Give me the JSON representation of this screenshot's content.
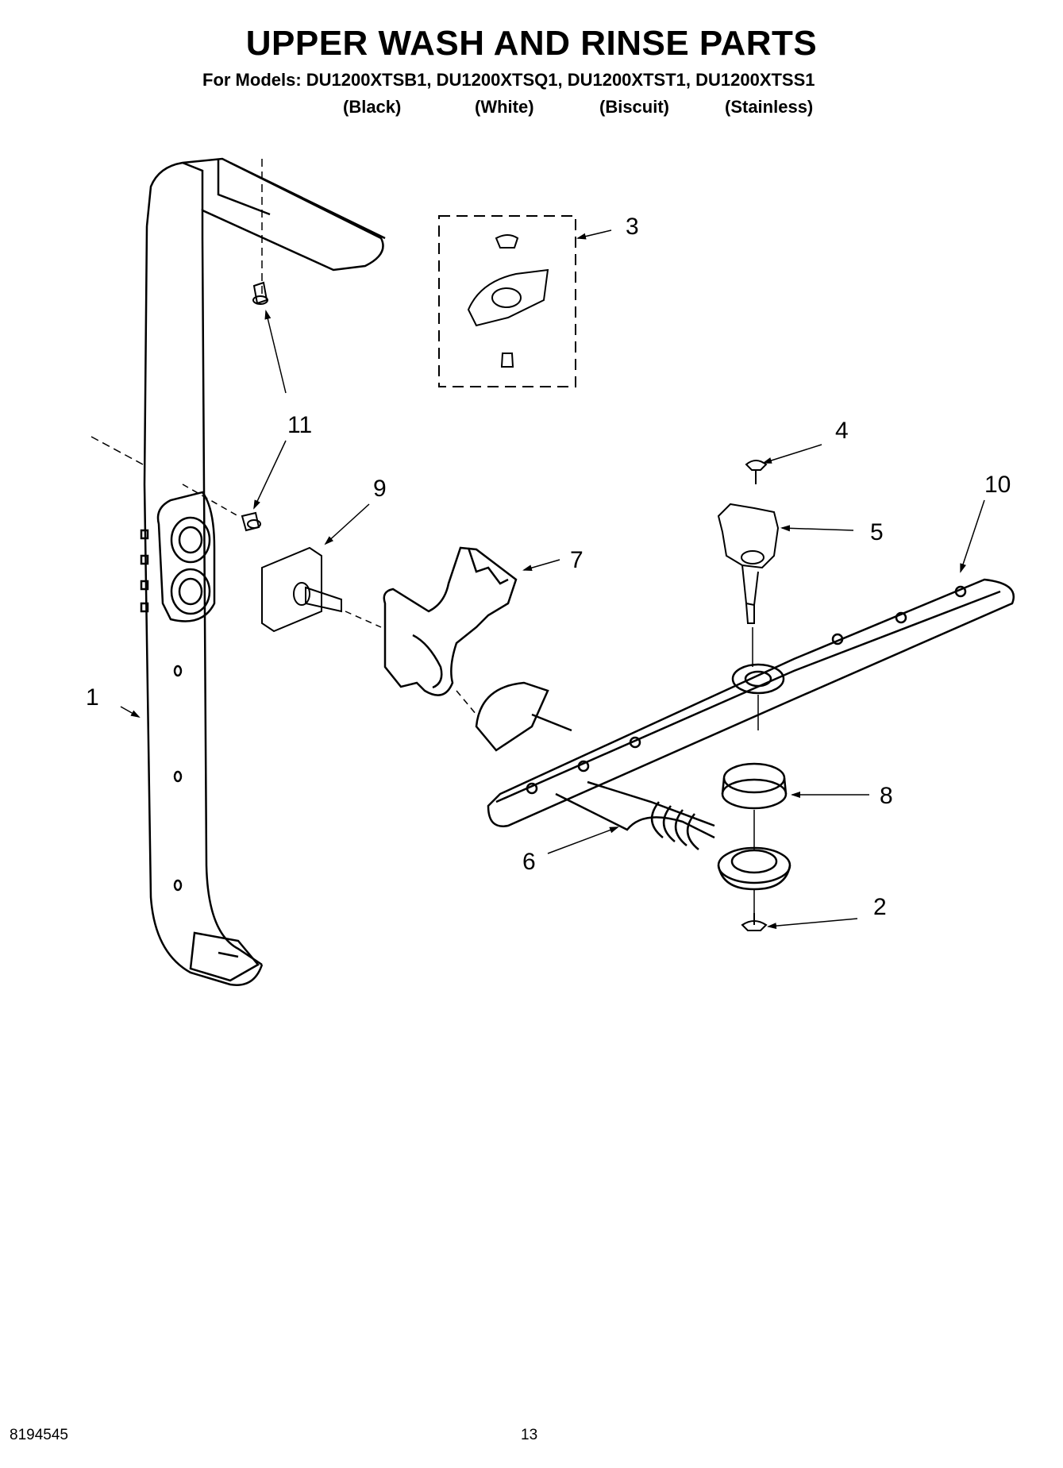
{
  "header": {
    "title": "UPPER WASH AND RINSE PARTS",
    "models_line": "For Models: DU1200XTSB1, DU1200XTSQ1, DU1200XTST1, DU1200XTSS1",
    "colors": [
      "(Black)",
      "(White)",
      "(Biscuit)",
      "(Stainless)"
    ]
  },
  "callouts": {
    "c1": "1",
    "c2": "2",
    "c3": "3",
    "c4": "4",
    "c5": "5",
    "c6": "6",
    "c7": "7",
    "c8": "8",
    "c9": "9",
    "c10": "10",
    "c11": "11"
  },
  "footer": {
    "doc_number": "8194545",
    "page_number": "13"
  }
}
